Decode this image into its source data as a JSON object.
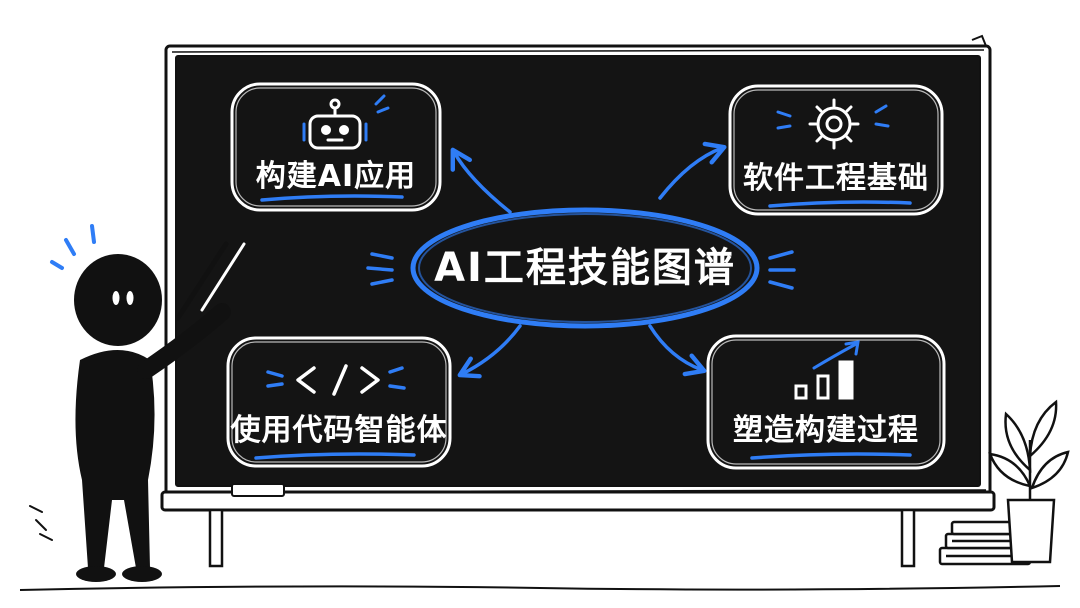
{
  "diagram": {
    "center": {
      "label": "AI工程技能图谱"
    },
    "nodes": [
      {
        "id": "build-ai-apps",
        "label": "构建AI应用",
        "icon": "robot-icon"
      },
      {
        "id": "software-engineering",
        "label": "软件工程基础",
        "icon": "gear-icon"
      },
      {
        "id": "coding-agents",
        "label": "使用代码智能体",
        "icon": "code-brackets-icon"
      },
      {
        "id": "build-process",
        "label": "塑造构建过程",
        "icon": "bar-chart-trend-icon"
      }
    ]
  },
  "colors": {
    "accent": "#2f7df6",
    "board": "#141414",
    "chalk": "#ffffff",
    "ink": "#111111"
  }
}
